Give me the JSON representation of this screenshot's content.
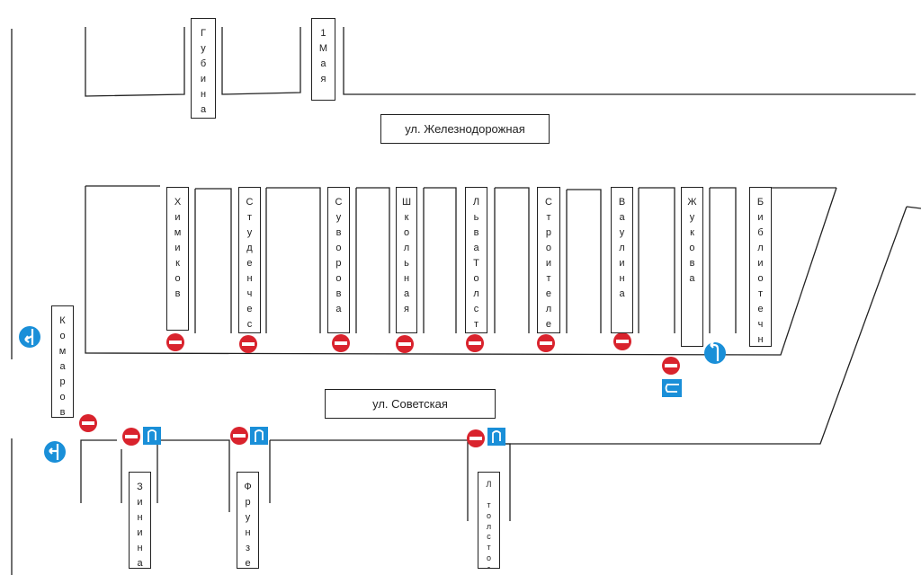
{
  "streets": {
    "main_top": "ул. Железнодорожная",
    "main_bottom": "ул. Советская",
    "gubina": "Губина",
    "may1": "1Мая",
    "himikov": "Химиков",
    "studencheskiy": "Студенческий",
    "suvorova": "Суворова",
    "shkolnaya": "Школьная",
    "lvatolstogo": "ЛьваТолстого",
    "stroiteley": "Строителей",
    "vaulina": "Ваулина",
    "zhukova": "Жукова",
    "bibliotechnaya": "Библиотечная",
    "komarova": "Комарова",
    "zinina": "Зинина",
    "frunze": "Фрунзе",
    "ltolstogo": "Л толстого"
  },
  "signs": {
    "no_entry": "no-entry-icon",
    "u_turn": "u-turn-icon",
    "turn_left": "turn-left-icon",
    "turn_right_left": "straight-or-left-icon"
  },
  "colors": {
    "no_entry": "#d9232d",
    "blue_sign": "#1a8fd8",
    "line": "#222222"
  }
}
